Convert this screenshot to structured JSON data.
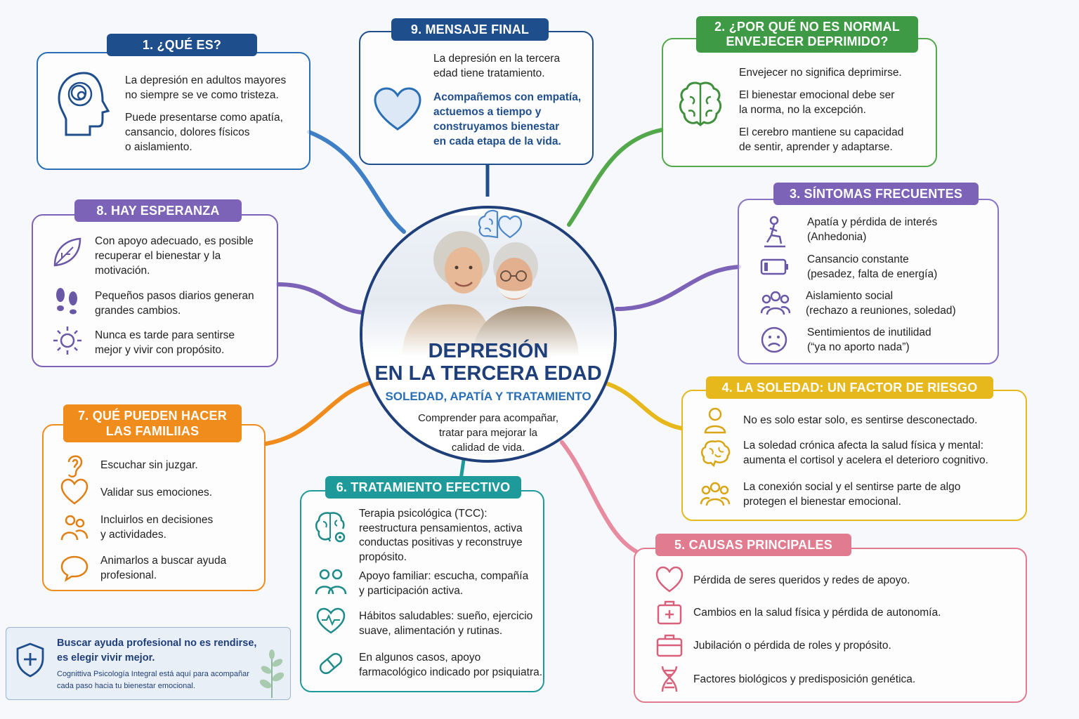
{
  "center": {
    "title_line1": "DEPRESIÓN",
    "title_line2": "EN LA TERCERA EDAD",
    "subtitle": "SOLEDAD, APATÍA Y TRATAMIENTO",
    "desc_line1": "Comprender para acompañar,",
    "desc_line2": "tratar para mejorar la",
    "desc_line3": "calidad de vida."
  },
  "s1": {
    "label": "1. ¿QUÉ ES?",
    "p1a": "La depresión en adultos mayores",
    "p1b": "no siempre se ve como tristeza.",
    "p2a": "Puede presentarse como apatía,",
    "p2b": "cansancio, dolores físicos",
    "p2c": "o aislamiento.",
    "icon": "head-icon"
  },
  "s9": {
    "label": "9. MENSAJE FINAL",
    "p1a": "La depresión en la tercera",
    "p1b": "edad tiene tratamiento.",
    "p2a": "Acompañemos con empatía,",
    "p2b": "actuemos a tiempo y",
    "p2c": "construyamos bienestar",
    "p2d": "en cada etapa de la vida.",
    "icon": "heart-icon"
  },
  "s2": {
    "label1": "2. ¿POR QUÉ NO ES NORMAL",
    "label2": "ENVEJECER DEPRIMIDO?",
    "p1": "Envejecer no significa deprimirse.",
    "p2a": "El bienestar emocional debe ser",
    "p2b": "la norma, no la excepción.",
    "p3a": "El cerebro mantiene su capacidad",
    "p3b": "de sentir, aprender y adaptarse.",
    "icon": "brain-icon"
  },
  "s3": {
    "label": "3. SÍNTOMAS FRECUENTES",
    "items": [
      {
        "a": "Apatía y pérdida de interés",
        "b": "(Anhedonia)",
        "icon": "sitting-person-icon"
      },
      {
        "a": "Cansancio constante",
        "b": "(pesadez, falta de energía)",
        "icon": "low-battery-icon"
      },
      {
        "a": "Aislamiento social",
        "b": "(rechazo a reuniones, soledad)",
        "icon": "group-icon"
      },
      {
        "a": "Sentimientos de inutilidad",
        "b": "(“ya no aporto nada”)",
        "icon": "sad-face-icon"
      }
    ]
  },
  "s4": {
    "label": "4. LA SOLEDAD: UN FACTOR DE RIESGO",
    "items": [
      {
        "a": "No es solo estar solo, es sentirse desconectado.",
        "b": "",
        "icon": "person-icon"
      },
      {
        "a": "La soledad crónica afecta la salud física y mental:",
        "b": "aumenta el cortisol y acelera el deterioro cognitivo.",
        "icon": "brain-icon"
      },
      {
        "a": "La conexión social y el sentirse parte de algo",
        "b": "protegen el bienestar emocional.",
        "icon": "group-icon"
      }
    ]
  },
  "s5": {
    "label": "5. CAUSAS PRINCIPALES",
    "items": [
      {
        "a": "Pérdida de seres queridos y redes de apoyo.",
        "icon": "heart-icon"
      },
      {
        "a": "Cambios en la salud física y pérdida de autonomía.",
        "icon": "medical-kit-icon"
      },
      {
        "a": "Jubilación o pérdida de roles y propósito.",
        "icon": "briefcase-icon"
      },
      {
        "a": "Factores biológicos y predisposición genética.",
        "icon": "dna-icon"
      }
    ]
  },
  "s6": {
    "label": "6. TRATAMIENTO EFECTIVO",
    "items": [
      {
        "lines": [
          "Terapia psicológica (TCC):",
          "reestructura pensamientos, activa",
          "conductas positivas y reconstruye",
          "propósito."
        ],
        "icon": "brain-gear-icon"
      },
      {
        "lines": [
          "Apoyo familiar: escucha, compañía",
          "y participación activa."
        ],
        "icon": "family-icon"
      },
      {
        "lines": [
          "Hábitos saludables: sueño, ejercicio",
          "suave, alimentación y rutinas."
        ],
        "icon": "heart-pulse-icon"
      },
      {
        "lines": [
          "En algunos casos, apoyo",
          "farmacológico indicado por psiquiatra."
        ],
        "icon": "pill-icon"
      }
    ]
  },
  "s7": {
    "label1": "7. QUÉ PUEDEN HACER",
    "label2": "LAS FAMILIIAS",
    "items": [
      {
        "a": "Escuchar sin juzgar.",
        "b": "",
        "icon": "ear-icon"
      },
      {
        "a": "Validar sus emociones.",
        "b": "",
        "icon": "heart-icon"
      },
      {
        "a": "Incluirlos en decisiones",
        "b": "y actividades.",
        "icon": "people-icon"
      },
      {
        "a": "Animarlos a buscar ayuda",
        "b": "profesional.",
        "icon": "speech-bubble-icon"
      }
    ]
  },
  "s8": {
    "label": "8. HAY ESPERANZA",
    "items": [
      {
        "lines": [
          "Con apoyo adecuado, es posible",
          "recuperar el bienestar y la",
          "motivación."
        ],
        "icon": "leaf-icon"
      },
      {
        "lines": [
          "Pequeños pasos diarios generan",
          "grandes cambios."
        ],
        "icon": "footprints-icon"
      },
      {
        "lines": [
          "Nunca es tarde para sentirse",
          "mejor y vivir con propósito."
        ],
        "icon": "sun-icon"
      }
    ]
  },
  "banner": {
    "line1": "Buscar ayuda profesional no es rendirse,",
    "line2": "es elegir vivir mejor.",
    "small1": "Cognittiva Psicología Integral está aquí para acompañar",
    "small2": "cada paso hacia tu bienestar emocional.",
    "icon": "shield-plus-icon"
  },
  "colors": {
    "blue": "#2a6fb5",
    "navy": "#1f4e8c",
    "green": "#52a84a",
    "purple": "#8a72c2",
    "yellow": "#e6b81c",
    "pink": "#e07b90",
    "teal": "#1f9a9a",
    "orange": "#f08c1c"
  }
}
